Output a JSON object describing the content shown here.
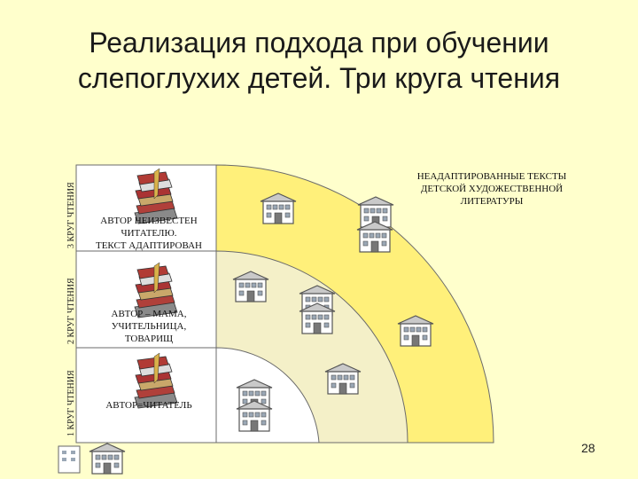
{
  "title": {
    "line1": "Реализация подхода при обучении",
    "line2": "слепоглухих детей.  Три круга чтения"
  },
  "side_labels": {
    "circle1": "1 КРУГ ЧТЕНИЯ",
    "circle2": "2 КРУГ ЧТЕНИЯ",
    "circle3": "3 КРУГ ЧТЕНИЯ"
  },
  "boxes": {
    "circle3": [
      "АВТОР НЕИЗВЕСТЕН",
      "ЧИТАТЕЛЮ.",
      "ТЕКСТ АДАПТИРОВАН"
    ],
    "circle2": [
      "АВТОР – МАМА,",
      "УЧИТЕЛЬНИЦА,",
      "ТОВАРИЩ"
    ],
    "circle1": [
      "АВТОР=ЧИТАТЕЛЬ"
    ]
  },
  "outer_label": [
    "НЕАДАПТИРОВАННЫЕ ТЕКСТЫ",
    "ДЕТСКОЙ ХУДОЖЕСТВЕННОЙ",
    "ЛИТЕРАТУРЫ"
  ],
  "page_number": "28",
  "colors": {
    "background": "#ffffcc",
    "outer_ring": "#fff07a",
    "middle_ring": "#f4f0c8",
    "inner_circle": "#ffffff",
    "lines": "#6b6b6b"
  },
  "icons": {
    "books": "stack-of-books-icon",
    "house": "house-icon"
  }
}
